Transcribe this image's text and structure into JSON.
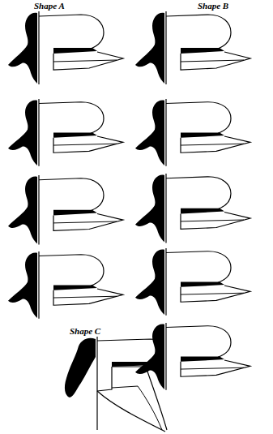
{
  "diagram": {
    "labels": [
      "Shape A",
      "Shape B",
      "Shape C"
    ]
  }
}
